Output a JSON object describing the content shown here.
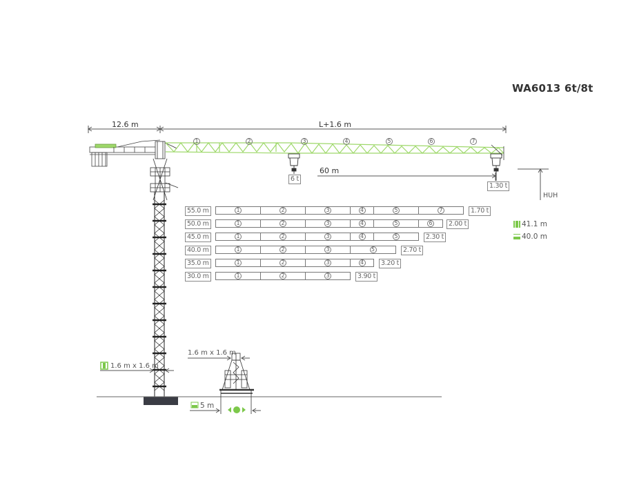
{
  "header": {
    "title": "WA6013 6t/8t"
  },
  "crane": {
    "counter_jib_length": "12.6 m",
    "jib_length": "L+1.6 m",
    "jib_sections": [
      "1",
      "2",
      "3",
      "4",
      "5",
      "6",
      "7"
    ],
    "max_capacity": "6 t",
    "tip_capacity": "1.30 t",
    "max_radius": "60 m",
    "hook_height_label": "HUH",
    "mast_section": "1.6 m x 1.6 m",
    "base_section": "1.6 m x 1.6 m",
    "base_width": "5 m"
  },
  "legend": {
    "freestanding_height": {
      "icon": "mast-height-icon",
      "value": "41.1 m"
    },
    "mobile_base_height": {
      "icon": "mobile-base-icon",
      "value": "40.0 m"
    }
  },
  "jib_configurations": [
    {
      "length": "55.0 m",
      "sections": [
        "1",
        "2",
        "3",
        "4",
        "5",
        "7"
      ],
      "tip_load": "1.70 t"
    },
    {
      "length": "50.0 m",
      "sections": [
        "1",
        "2",
        "3",
        "4",
        "5",
        "6"
      ],
      "tip_load": "2.00 t"
    },
    {
      "length": "45.0 m",
      "sections": [
        "1",
        "2",
        "3",
        "4",
        "5"
      ],
      "tip_load": "2.30 t"
    },
    {
      "length": "40.0 m",
      "sections": [
        "1",
        "2",
        "3",
        "5"
      ],
      "tip_load": "2.70 t"
    },
    {
      "length": "35.0 m",
      "sections": [
        "1",
        "2",
        "3",
        "4"
      ],
      "tip_load": "3.20 t"
    },
    {
      "length": "30.0 m",
      "sections": [
        "1",
        "2",
        "3"
      ],
      "tip_load": "3.90 t"
    }
  ],
  "colors": {
    "jib_green": "#9ed86a",
    "line": "#555555",
    "base_block": "#3a3c44",
    "accent_green": "#7cc84a"
  }
}
